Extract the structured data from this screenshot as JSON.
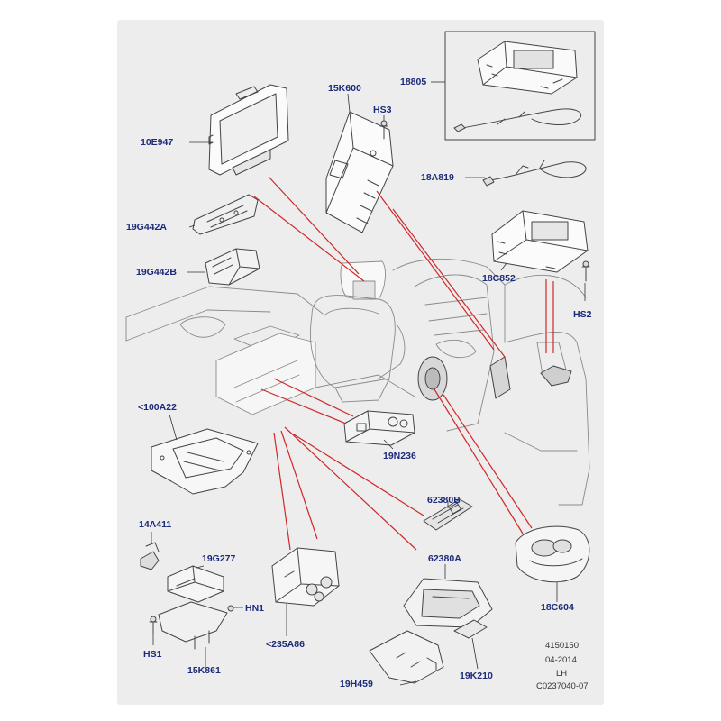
{
  "diagram": {
    "line_color": "#d0282a",
    "label_color": "#1c2a7a",
    "panel_color": "#ededed",
    "labels": {
      "p10E947": "10E947",
      "p15K600": "15K600",
      "pHS3": "HS3",
      "p18805": "18805",
      "p18A819": "18A819",
      "p19G442A": "19G442A",
      "p19G442B": "19G442B",
      "p18C852": "18C852",
      "pHS2": "HS2",
      "p100A22": "<100A22",
      "p19N236": "19N236",
      "p62380B": "62380B",
      "p14A411": "14A411",
      "p19G277": "19G277",
      "pHN1": "HN1",
      "pHS1": "HS1",
      "p15K861": "15K861",
      "p235A86": "<235A86",
      "p62380A": "62380A",
      "p18C604": "18C604",
      "p19H459": "19H459",
      "p19K210": "19K210"
    },
    "info": {
      "code": "4150150",
      "date": "04-2014",
      "side": "LH",
      "ref": "C0237040-07"
    }
  }
}
